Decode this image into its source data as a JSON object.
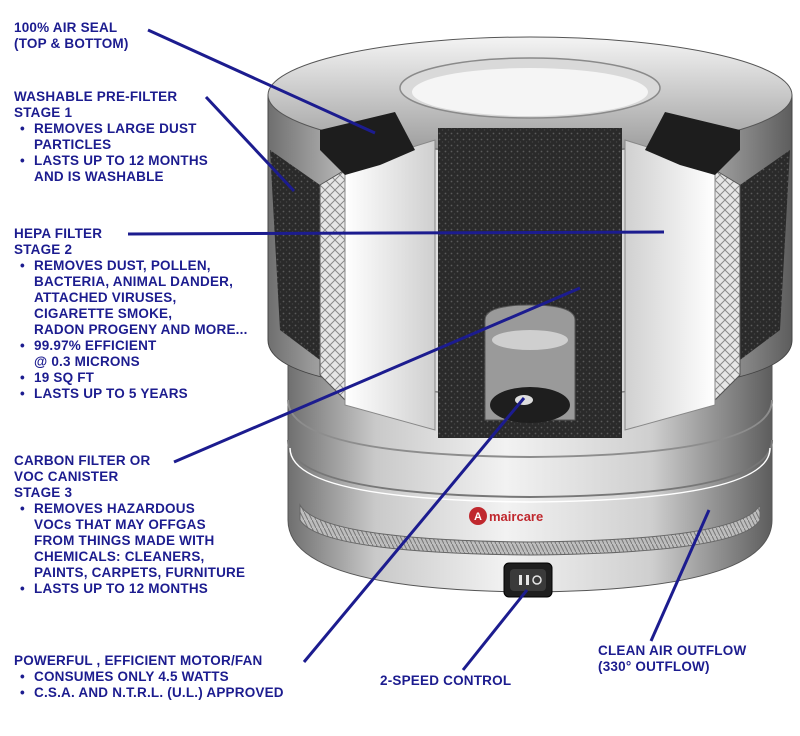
{
  "labels": {
    "air_seal": {
      "line1": "100% AIR SEAL",
      "line2": "(TOP & BOTTOM)"
    },
    "prefilter": {
      "title": "WASHABLE PRE-FILTER",
      "stage": "STAGE 1",
      "b1a": "REMOVES LARGE DUST",
      "b1b": "PARTICLES",
      "b2a": "LASTS UP TO 12 MONTHS",
      "b2b": "AND IS WASHABLE"
    },
    "hepa": {
      "title": "HEPA FILTER",
      "stage": "STAGE 2",
      "b1a": "REMOVES DUST, POLLEN,",
      "b1b": "BACTERIA, ANIMAL DANDER,",
      "b1c": "ATTACHED VIRUSES,",
      "b1d": "CIGARETTE SMOKE,",
      "b1e": "RADON PROGENY AND MORE...",
      "b2a": "99.97% EFFICIENT",
      "b2b": "@ 0.3 MICRONS",
      "b3": "19 SQ FT",
      "b4": "LASTS UP TO 5 YEARS"
    },
    "carbon": {
      "title1": "CARBON FILTER OR",
      "title2": "VOC CANISTER",
      "stage": "STAGE 3",
      "b1a": "REMOVES HAZARDOUS",
      "b1b": "VOCs THAT MAY OFFGAS",
      "b1c": "FROM THINGS MADE WITH",
      "b1d": "CHEMICALS: CLEANERS,",
      "b1e": "PAINTS, CARPETS, FURNITURE",
      "b2": "LASTS UP TO 12 MONTHS"
    },
    "motor": {
      "title": "POWERFUL , EFFICIENT MOTOR/FAN",
      "b1": "CONSUMES ONLY 4.5 WATTS",
      "b2": "C.S.A. AND N.T.R.L. (U.L.) APPROVED"
    },
    "speed": {
      "text": "2-SPEED CONTROL"
    },
    "outflow": {
      "line1": "CLEAN AIR OUTFLOW",
      "line2": "(330° OUTFLOW)"
    }
  },
  "logo": {
    "letter": "A",
    "text": "maircare"
  },
  "colors": {
    "label": "#1c1c8f",
    "logo": "#c0282e"
  }
}
